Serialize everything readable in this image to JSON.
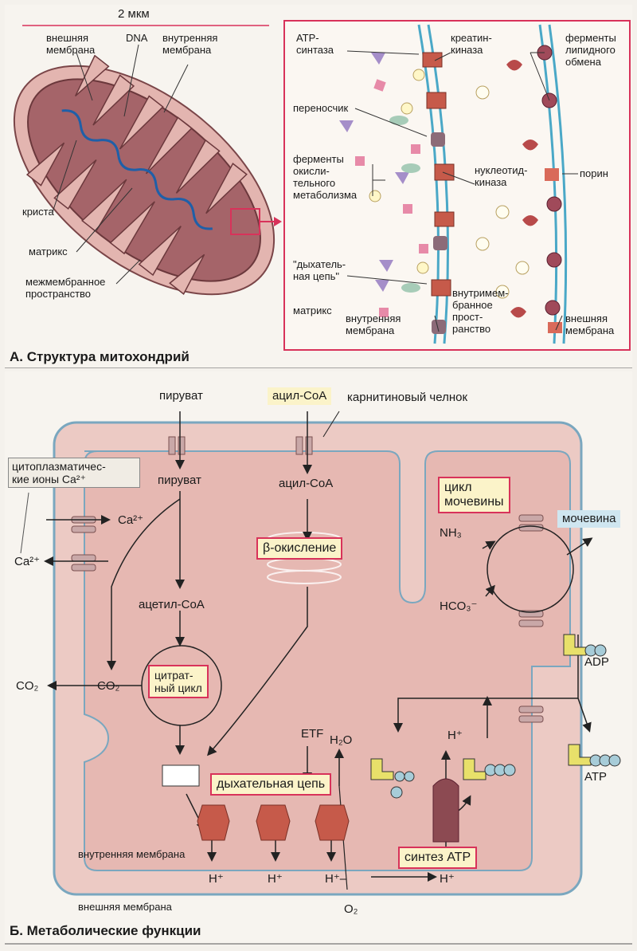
{
  "colors": {
    "membrane_pink": "#d9a7a3",
    "matrix": "#b87a7c",
    "accent_red": "#d8325a",
    "highlight_yellow": "#fbf3c9",
    "ring_blue": "#1f5fa8",
    "enzyme_red": "#c65a4a"
  },
  "panel_a": {
    "title": "А. Структура митохондрий",
    "scale": "2 мкм",
    "labels": {
      "outer": "внешняя\nмембрана",
      "dna": "DNA",
      "inner": "внутренняя\nмембрана",
      "crista": "криста",
      "matrix": "матрикс",
      "intermembrane": "межмембранное\nпространство"
    },
    "detail": {
      "atp_synthase": "АТР-\nсинтаза",
      "creatine_kinase": "креатин-\nкиназа",
      "lipid_enzymes": "ферменты\nлипидного\nобмена",
      "carrier": "переносчик",
      "oxidative_enzymes": "ферменты\nокисли-\nтельного\nметаболизма",
      "nucleotide_kinase": "нуклеотид-\nкиназа",
      "porin": "порин",
      "resp_chain": "\"дыхатель-\nная цепь\"",
      "matrix": "матрикс",
      "inner_membrane": "внутренняя\nмембрана",
      "intermembrane": "внутримем-\nбранное\nпрост-\nранство",
      "outer_membrane": "внешняя\nмембрана"
    }
  },
  "panel_b": {
    "title": "Б. Метаболические функции",
    "pyruvate_top": "пируват",
    "acylcoa_top": "ацил-CoA",
    "carnitine": "карнитиновый челнок",
    "ca_ions": "цитоплазматичес-\nкие ионы Ca²⁺",
    "pyruvate": "пируват",
    "acylcoa": "ацил-CoA",
    "urea_cycle": "цикл\nмочевины",
    "urea": "мочевина",
    "ca_in": "Ca²⁺",
    "ca_out": "Ca²⁺",
    "nh3": "NH₃",
    "beta_ox": "β-окисление",
    "acetylcoa": "ацетил-CoA",
    "hco3": "HCO₃⁻",
    "co2_out": "CO₂",
    "co2_in": "CO₂",
    "citrate": "цитрат-\nный цикл",
    "adp": "ADP",
    "etf": "ETF",
    "h2o": "H₂O",
    "h_up": "H⁺",
    "resp_chain": "дыхательная цепь",
    "atp": "ATP",
    "inner_membrane": "внутренняя мембрана",
    "atp_synthesis": "синтез АТР",
    "h1": "H⁺",
    "h2": "H⁺",
    "h3": "H⁺–",
    "h4": "H⁺",
    "outer_membrane": "внешняя мембрана",
    "o2": "O₂"
  }
}
